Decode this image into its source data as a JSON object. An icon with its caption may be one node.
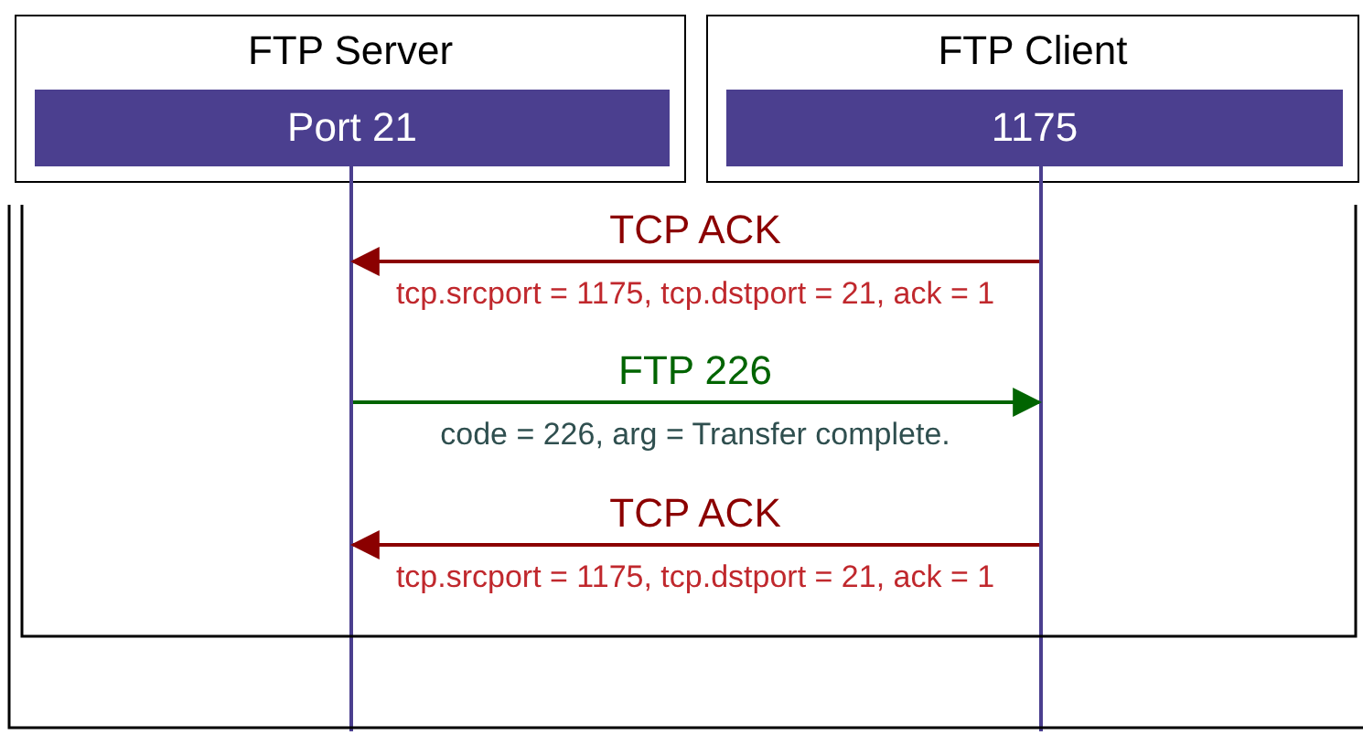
{
  "diagram": {
    "nodes": [
      {
        "text": [
          "FTP Server"
        ]
      },
      {
        "text": [
          "Port 21"
        ],
        "in": 0
      },
      {
        "text": [
          "FTP Client"
        ]
      },
      {
        "text": [
          "1175"
        ],
        "in": 2
      },
      {
        "text": [],
        "shape": "line"
      },
      {
        "text": [],
        "shape": "line"
      }
    ],
    "edges": [
      {
        "from": 5,
        "to": 4,
        "arrow": "to",
        "label": "TCP ACK"
      },
      {
        "from": 4,
        "to": 5,
        "arrow": "to",
        "label": "FTP 226",
        "color": "#006400"
      },
      {
        "from": 5,
        "to": 4,
        "arrow": "to",
        "label": "TCP ACK"
      }
    ],
    "labels": [
      "tcp.srcport = 1175, tcp.dstport = 21, ack = 1",
      "code = 226, arg = Transfer complete.",
      "tcp.srcport = 1175, tcp.dstport = 21, ack = 1"
    ]
  }
}
